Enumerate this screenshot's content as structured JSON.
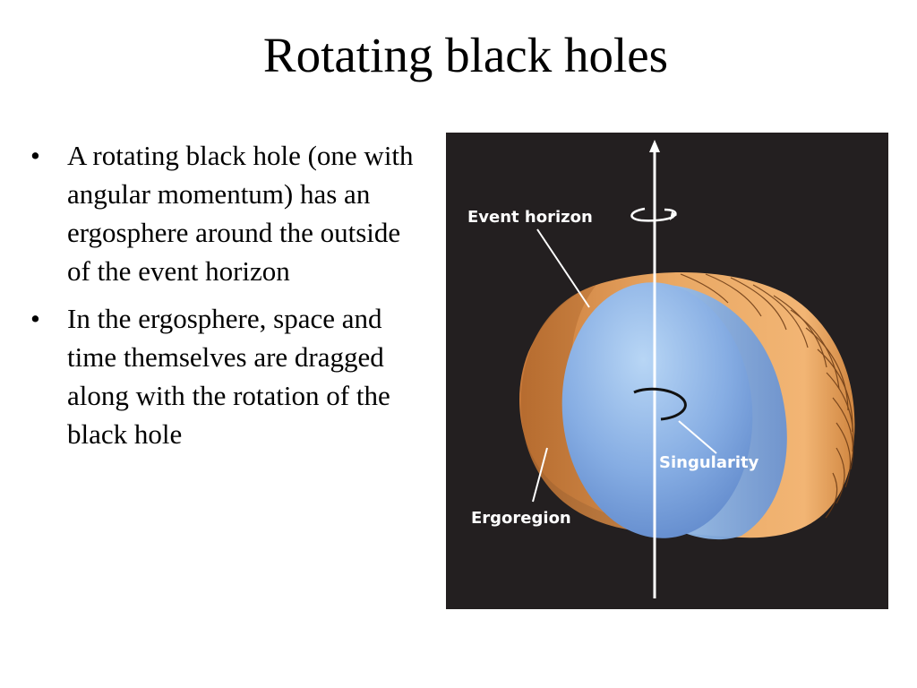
{
  "slide": {
    "title": "Rotating black holes",
    "bullets": [
      "A rotating black hole (one with angular momentum) has an ergosphere around the outside of the event horizon",
      "In the ergosphere, space and time themselves are dragged along with the rotation of the black hole"
    ],
    "bullet_marker": "•"
  },
  "figure": {
    "labels": {
      "event_horizon": "Event horizon",
      "singularity": "Singularity",
      "ergoregion": "Ergoregion"
    },
    "colors": {
      "background": "#231f20",
      "ergoregion_fill": "#dd9650",
      "event_horizon_fill": "#7ea4e0",
      "axis": "#ffffff",
      "singularity_ring": "#111111"
    }
  }
}
